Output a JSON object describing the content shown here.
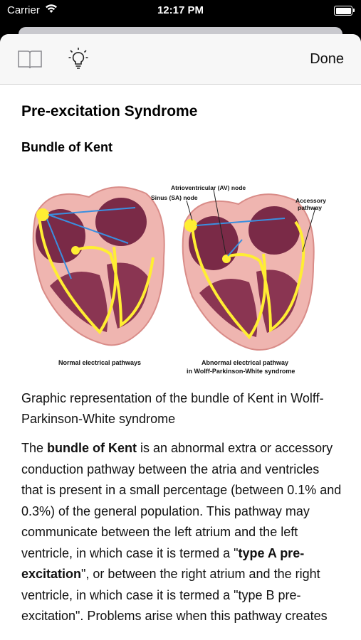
{
  "status": {
    "carrier": "Carrier",
    "time": "12:17 PM"
  },
  "toolbar": {
    "done_label": "Done"
  },
  "article": {
    "title": "Pre-excitation Syndrome",
    "subtitle": "Bundle of Kent",
    "figure": {
      "label_sa": "Sinus (SA) node",
      "label_av": "Atrioventricular (AV) node",
      "label_accessory_1": "Accessory",
      "label_accessory_2": "pathway",
      "label_normal": "Normal electrical pathways",
      "label_abnormal_1": "Abnormal electrical pathway",
      "label_abnormal_2": "in Wolff-Parkinson-White syndrome"
    },
    "caption": "Graphic representation of the bundle of Kent in Wolff-Parkinson-White syndrome",
    "para": {
      "t1": "The ",
      "b1": "bundle of Kent",
      "t2": " is an abnormal extra or accessory conduction pathway between the atria and ventricles that is present in a small percentage (between 0.1% and 0.3%) of the general population. This pathway may communicate between the left atrium and the left ventricle, in which case it is termed a \"",
      "b2": "type A pre-excitation",
      "t3": "\", or between the right atrium and the right ventricle, in which case it is termed a \"type B pre-excitation\". Problems arise when this pathway creates"
    }
  }
}
